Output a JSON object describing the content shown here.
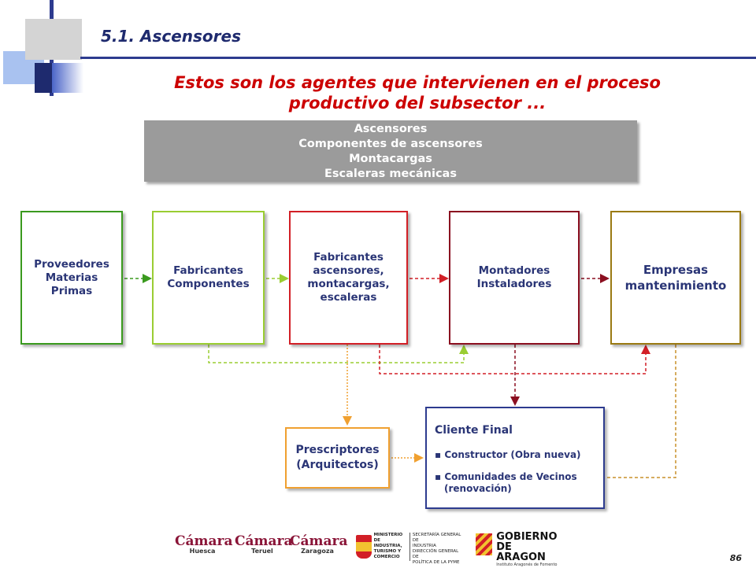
{
  "header": {
    "section": "5.1. Ascensores",
    "headline_line1": "Estos son los agentes que intervienen en el proceso",
    "headline_line2": "productivo del subsector ..."
  },
  "products": [
    "Ascensores",
    "Componentes de ascensores",
    "Montacargas",
    "Escaleras mecánicas"
  ],
  "agents": {
    "proveedores": "Proveedores Materias Primas",
    "fab_componentes": "Fabricantes Componentes",
    "fab_ascensores": "Fabricantes ascensores, montacargas, escaleras",
    "montadores": "Montadores Instaladores",
    "mantenimiento": "Empresas mantenimiento",
    "prescriptores": "Prescriptores (Arquitectos)"
  },
  "cliente": {
    "title": "Cliente Final",
    "items": [
      "Constructor (Obra nueva)",
      "Comunidades de Vecinos",
      "(renovación)"
    ]
  },
  "footer": {
    "logos": [
      "Cámara",
      "Huesca",
      "Cámara",
      "Teruel",
      "Cámara",
      "Zaragoza"
    ],
    "ministerio": [
      "MINISTERIO",
      "DE INDUSTRIA,",
      "TURISMO Y",
      "COMERCIO"
    ],
    "secretaria": [
      "SECRETARÍA GENERAL DE",
      "INDUSTRIA",
      "DIRECCIÓN GENERAL DE",
      "POLÍTICA DE LA PYME"
    ],
    "gobierno": [
      "GOBIERNO",
      "DE ARAGON",
      "Instituto Aragonés de Fomento"
    ],
    "page": "86"
  },
  "colors": {
    "green": "#3a9a1e",
    "lightgreen": "#9acd32",
    "red": "#d21f26",
    "darkred": "#8b0f20",
    "olive": "#9a7a12",
    "orange": "#f0a030",
    "navy": "#2d3b8f"
  }
}
